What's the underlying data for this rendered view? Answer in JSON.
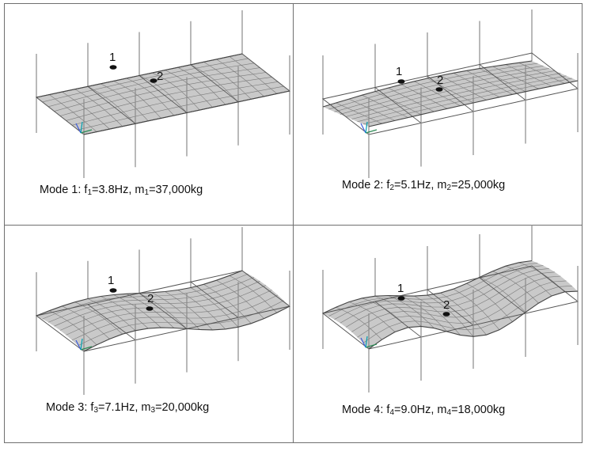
{
  "panels": [
    {
      "id": "mode-1",
      "shape": "flat",
      "points": [
        "1",
        "2"
      ],
      "caption": {
        "prefix": "Mode 1: ",
        "f_sym": "f",
        "f_sub": "1",
        "f_val": "=3.8Hz, ",
        "m_sym": "m",
        "m_sub": "1",
        "m_val": "=37,000kg"
      }
    },
    {
      "id": "mode-2",
      "shape": "twist",
      "points": [
        "1",
        "2"
      ],
      "caption": {
        "prefix": "Mode 2: ",
        "f_sym": "f",
        "f_sub": "2",
        "f_val": "=5.1Hz, ",
        "m_sym": "m",
        "m_sub": "2",
        "m_val": "=25,000kg"
      }
    },
    {
      "id": "mode-3",
      "shape": "wave",
      "points": [
        "1",
        "2"
      ],
      "caption": {
        "prefix": "Mode 3: ",
        "f_sym": "f",
        "f_sub": "3",
        "f_val": "=7.1Hz, ",
        "m_sym": "m",
        "m_sub": "3",
        "m_val": "=20,000kg"
      }
    },
    {
      "id": "mode-4",
      "shape": "double-wave",
      "points": [
        "1",
        "2"
      ],
      "caption": {
        "prefix": "Mode 4: ",
        "f_sym": "f",
        "f_sub": "4",
        "f_val": "=9.0Hz, ",
        "m_sym": "m",
        "m_sub": "4",
        "m_val": "=18,000kg"
      }
    }
  ],
  "colors": {
    "surface": "#c9c9c9",
    "mesh": "#7a7a7a",
    "outline": "#555555",
    "column": "#8a8a8a",
    "axis_x": "#2e8b57",
    "axis_y": "#3b5bdb",
    "axis_z": "#00a0b0"
  }
}
